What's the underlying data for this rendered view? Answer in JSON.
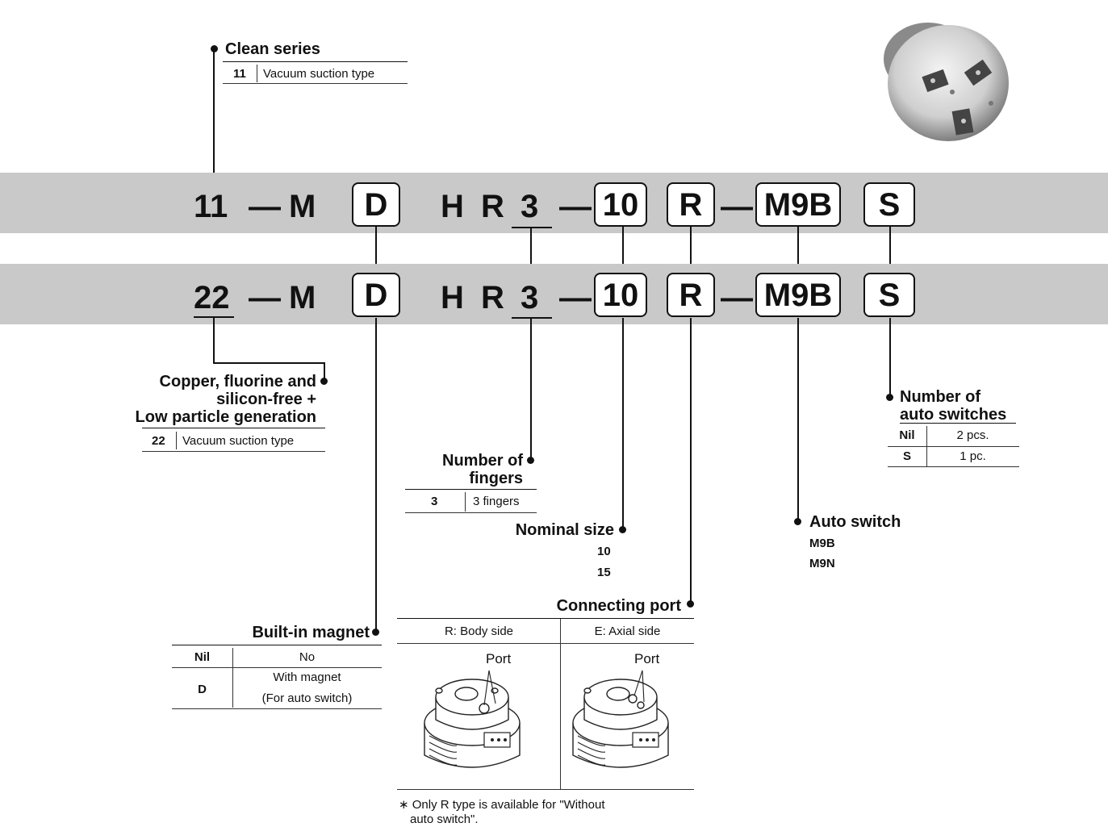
{
  "part_number": {
    "row1": [
      "11",
      "—",
      "M",
      "D",
      "H",
      "R",
      "3",
      "—",
      "10",
      "R",
      "—",
      "M9B",
      "S"
    ],
    "row2": [
      "22",
      "—",
      "M",
      "D",
      "H",
      "R",
      "3",
      "—",
      "10",
      "R",
      "—",
      "M9B",
      "S"
    ]
  },
  "clean_series": {
    "title": "Clean series",
    "code": "11",
    "desc": "Vacuum suction type"
  },
  "copper_free": {
    "title_lines": [
      "Copper, fluorine and",
      "silicon-free +",
      "Low particle generation"
    ],
    "code": "22",
    "desc": "Vacuum suction type"
  },
  "built_in_magnet": {
    "title": "Built-in magnet",
    "rows": [
      {
        "code": "Nil",
        "desc": "No"
      },
      {
        "code": "D",
        "desc_lines": [
          "With magnet",
          "(For auto switch)"
        ]
      }
    ]
  },
  "fingers": {
    "title_lines": [
      "Number of",
      "fingers"
    ],
    "code": "3",
    "desc": "3 fingers"
  },
  "nominal_size": {
    "title": "Nominal size",
    "values": [
      "10",
      "15"
    ]
  },
  "connecting_port": {
    "title": "Connecting port",
    "columns": [
      "R: Body side",
      "E: Axial side"
    ],
    "port_label": "Port",
    "note_lines": [
      "∗ Only R type is available for \"Without",
      "auto switch\"."
    ]
  },
  "auto_switch": {
    "title": "Auto switch",
    "values": [
      "M9B",
      "M9N"
    ]
  },
  "num_switches": {
    "title_lines": [
      "Number of",
      "auto switches"
    ],
    "rows": [
      {
        "code": "Nil",
        "desc": "2 pcs."
      },
      {
        "code": "S",
        "desc": "1 pc."
      }
    ]
  },
  "colors": {
    "band": "#c9c9c9",
    "ink": "#111111"
  }
}
